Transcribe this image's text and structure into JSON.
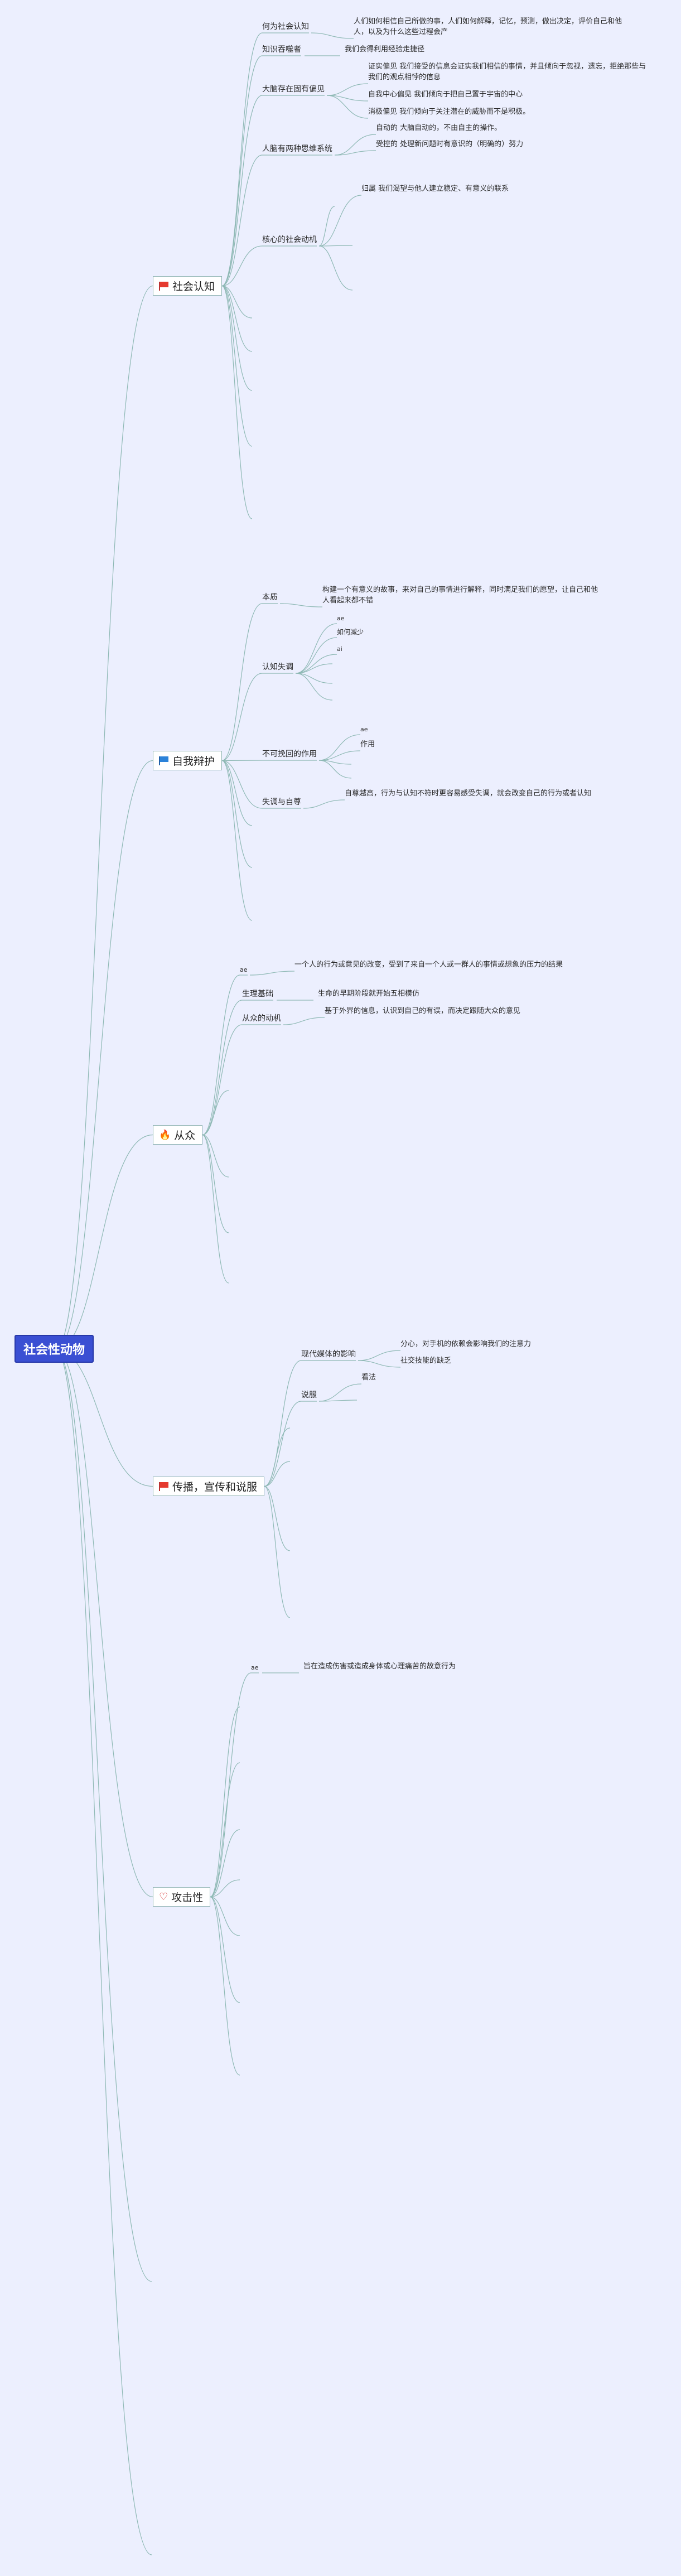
{
  "root": {
    "label": "社会性动物"
  },
  "branches": [
    {
      "label": "社会认知",
      "icon": "red-flag-icon",
      "children": [
        {
          "label": "何为社会认知",
          "children": [
            {
              "label": "人们如何相信自己所做的事，人们如何解释，记忆，预测，做出决定，评价自己和他人，以及为什么这些过程会产"
            }
          ]
        },
        {
          "label": "知识吞噬者",
          "children": [
            {
              "label": "我们会得利用经验走捷径"
            }
          ]
        },
        {
          "label": "大脑存在固有偏见",
          "children": [
            {
              "label": "证实偏见 我们接受的信息会证实我们相信的事情，并且倾向于忽视，遗忘，拒绝那些与我们的观点相悖的信息"
            },
            {
              "label": "自我中心偏见 我们倾向于把自己置于宇宙的中心"
            },
            {
              "label": "消极偏见 我们倾向于关注潜在的威胁而不是积极。"
            }
          ]
        },
        {
          "label": "人脑有两种思维系统",
          "children": [
            {
              "label": "自动的 大脑自动的，不由自主的操作。"
            },
            {
              "label": "受控的 处理新问题时有意识的（明确的）努力"
            }
          ]
        },
        {
          "label": "核心的社会动机",
          "children": [
            {
              "label": "归属 我们渴望与他人建立稳定、有意义的联系"
            }
          ]
        }
      ]
    },
    {
      "label": "自我辩护",
      "icon": "blue-flag-icon",
      "children": [
        {
          "label": "本质",
          "children": [
            {
              "label": "构建一个有意义的故事，来对自己的事情进行解释，同时满足我们的愿望，让自己和他人看起来都不错"
            }
          ]
        },
        {
          "label": "认知失调",
          "children": [
            {
              "label": "ae"
            },
            {
              "label": "如何减少"
            },
            {
              "label": "ai"
            }
          ]
        },
        {
          "label": "不可挽回的作用",
          "children": [
            {
              "label": "ae"
            },
            {
              "label": "作用"
            }
          ]
        },
        {
          "label": "失调与自尊",
          "children": [
            {
              "label": "自尊越高，行为与认知不符时更容易感受失调，就会改变自己的行为或者认知"
            }
          ]
        }
      ]
    },
    {
      "label": "从众",
      "icon": "fire-icon",
      "children": [
        {
          "label": "ae",
          "children": [
            {
              "label": "一个人的行为或意见的改变，受到了来自一个人或一群人的事情或想象的压力的结果"
            }
          ]
        },
        {
          "label": "生理基础",
          "children": [
            {
              "label": "生命的早期阶段就开始五相模仿"
            }
          ]
        },
        {
          "label": "从众的动机",
          "children": [
            {
              "label": "基于外界的信息，认识到自己的有误，而决定跟随大众的意见"
            }
          ]
        }
      ]
    },
    {
      "label": "传播，宣传和说服",
      "icon": "red-flag-icon",
      "children": [
        {
          "label": "现代媒体的影响",
          "children": [
            {
              "label": "分心，对手机的依赖会影响我们的注意力"
            },
            {
              "label": "社交技能的缺乏"
            }
          ]
        },
        {
          "label": "说服",
          "children": [
            {
              "label": "看法"
            }
          ]
        }
      ]
    },
    {
      "label": "攻击性",
      "icon": "heart-icon",
      "children": [
        {
          "label": "ae",
          "children": [
            {
              "label": "旨在造成伤害或造成身体或心理痛苦的故意行为"
            }
          ]
        }
      ]
    }
  ]
}
